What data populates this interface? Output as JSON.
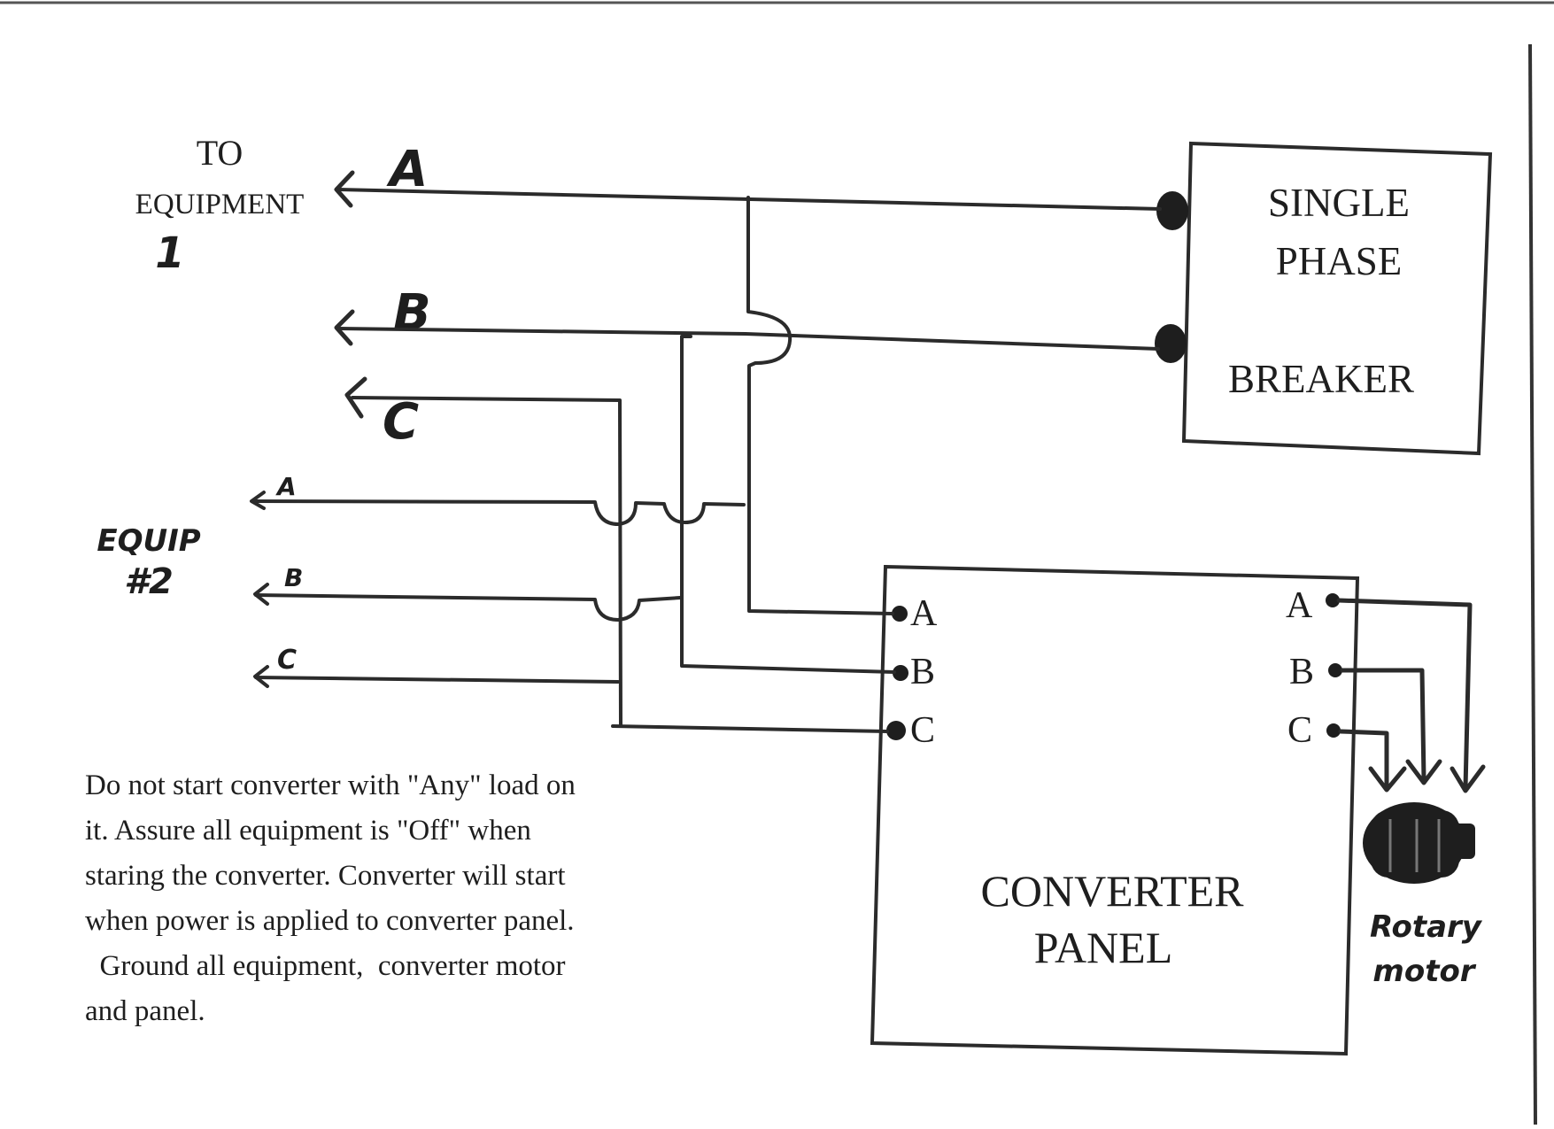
{
  "equipment1": {
    "label_to": "TO",
    "label_equipment": "EQUIPMENT",
    "label_number": "1",
    "phases": [
      "A",
      "B",
      "C"
    ]
  },
  "equipment2": {
    "label_equip": "EQUIP",
    "label_number": "#2",
    "phases": [
      "A",
      "B",
      "C"
    ]
  },
  "breaker": {
    "line1": "SINGLE",
    "line2": "PHASE",
    "line3": "BREAKER"
  },
  "converter_panel": {
    "line1": "CONVERTER",
    "line2": "PANEL",
    "left_terminals": [
      "A",
      "B",
      "C"
    ],
    "right_terminals": [
      "A",
      "B",
      "C"
    ]
  },
  "motor": {
    "line1": "Rotary",
    "line2": "motor"
  },
  "note": {
    "lines": [
      "Do not start converter with \"Any\" load on",
      "it.   Assure all equipment is \"Off\" when",
      "staring the converter.  Converter will start",
      "when power is applied to converter panel.",
      "  Ground all equipment,  converter motor",
      "and panel."
    ]
  }
}
